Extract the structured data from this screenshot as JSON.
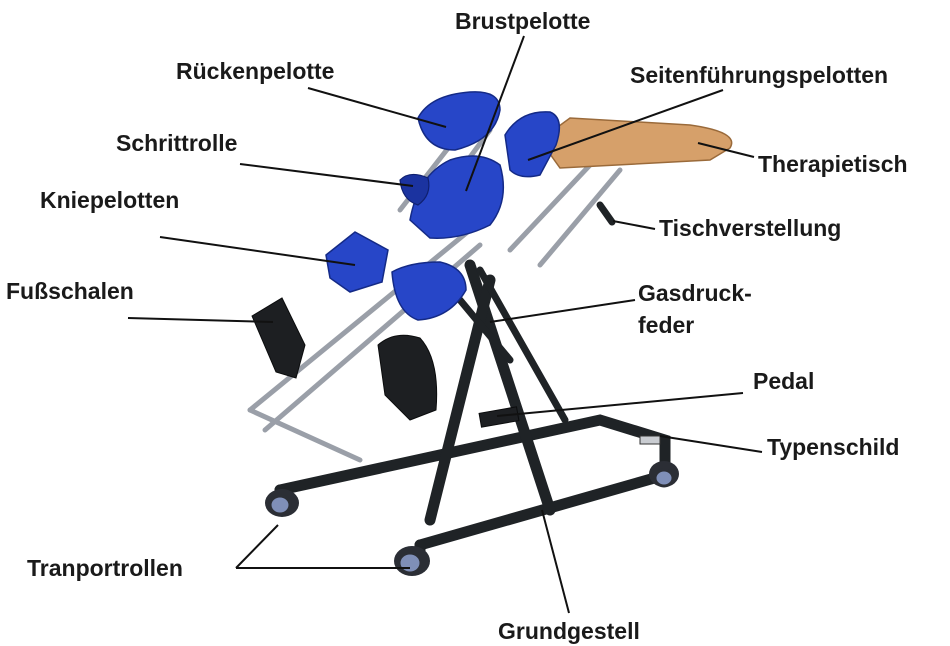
{
  "labels": {
    "brustpelotte": "Brustpelotte",
    "rueckenpelotte": "Rückenpelotte",
    "seitenfuehrungspelotten": "Seitenführungspelotten",
    "schrittrolle": "Schrittrolle",
    "therapietisch": "Therapietisch",
    "kniepelotten": "Kniepelotten",
    "tischverstellung": "Tischverstellung",
    "fussschalen": "Fußschalen",
    "gasdruckfeder_line1": "Gasdruck-",
    "gasdruckfeder_line2": "feder",
    "pedal": "Pedal",
    "typenschild": "Typenschild",
    "tranportrollen": "Tranportrollen",
    "grundgestell": "Grundgestell"
  },
  "colors": {
    "padding_blue": "#2746c8",
    "frame_black": "#1f2326",
    "table_wood": "#d6a06a",
    "label_text": "#1a1a1a"
  }
}
